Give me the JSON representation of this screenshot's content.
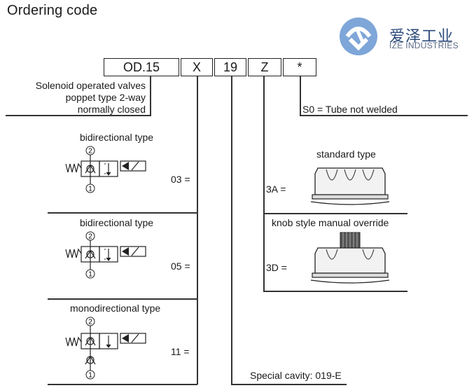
{
  "title": "Ordering code",
  "logo": {
    "cn": "爱泽工业",
    "en": "IZE INDUSTRIES",
    "color": "#3f6fb0"
  },
  "code_boxes": [
    "OD.15",
    "X",
    "19",
    "Z",
    "*"
  ],
  "description": [
    "Solenoid operated valves",
    "poppet type 2-way",
    "normally closed"
  ],
  "tube_option": "S0 = Tube not welded",
  "options": [
    {
      "type": "bidirectional type",
      "code": "03 ="
    },
    {
      "type": "bidirectional type",
      "code": "05 ="
    },
    {
      "type": "monodirectional type",
      "code": "11 ="
    }
  ],
  "port_labels": [
    "2",
    "1"
  ],
  "knob_options": [
    {
      "type": "standard type",
      "code": "3A ="
    },
    {
      "type": "knob style manual override",
      "code": "3D ="
    }
  ],
  "cavity": "Special cavity: 019-E"
}
